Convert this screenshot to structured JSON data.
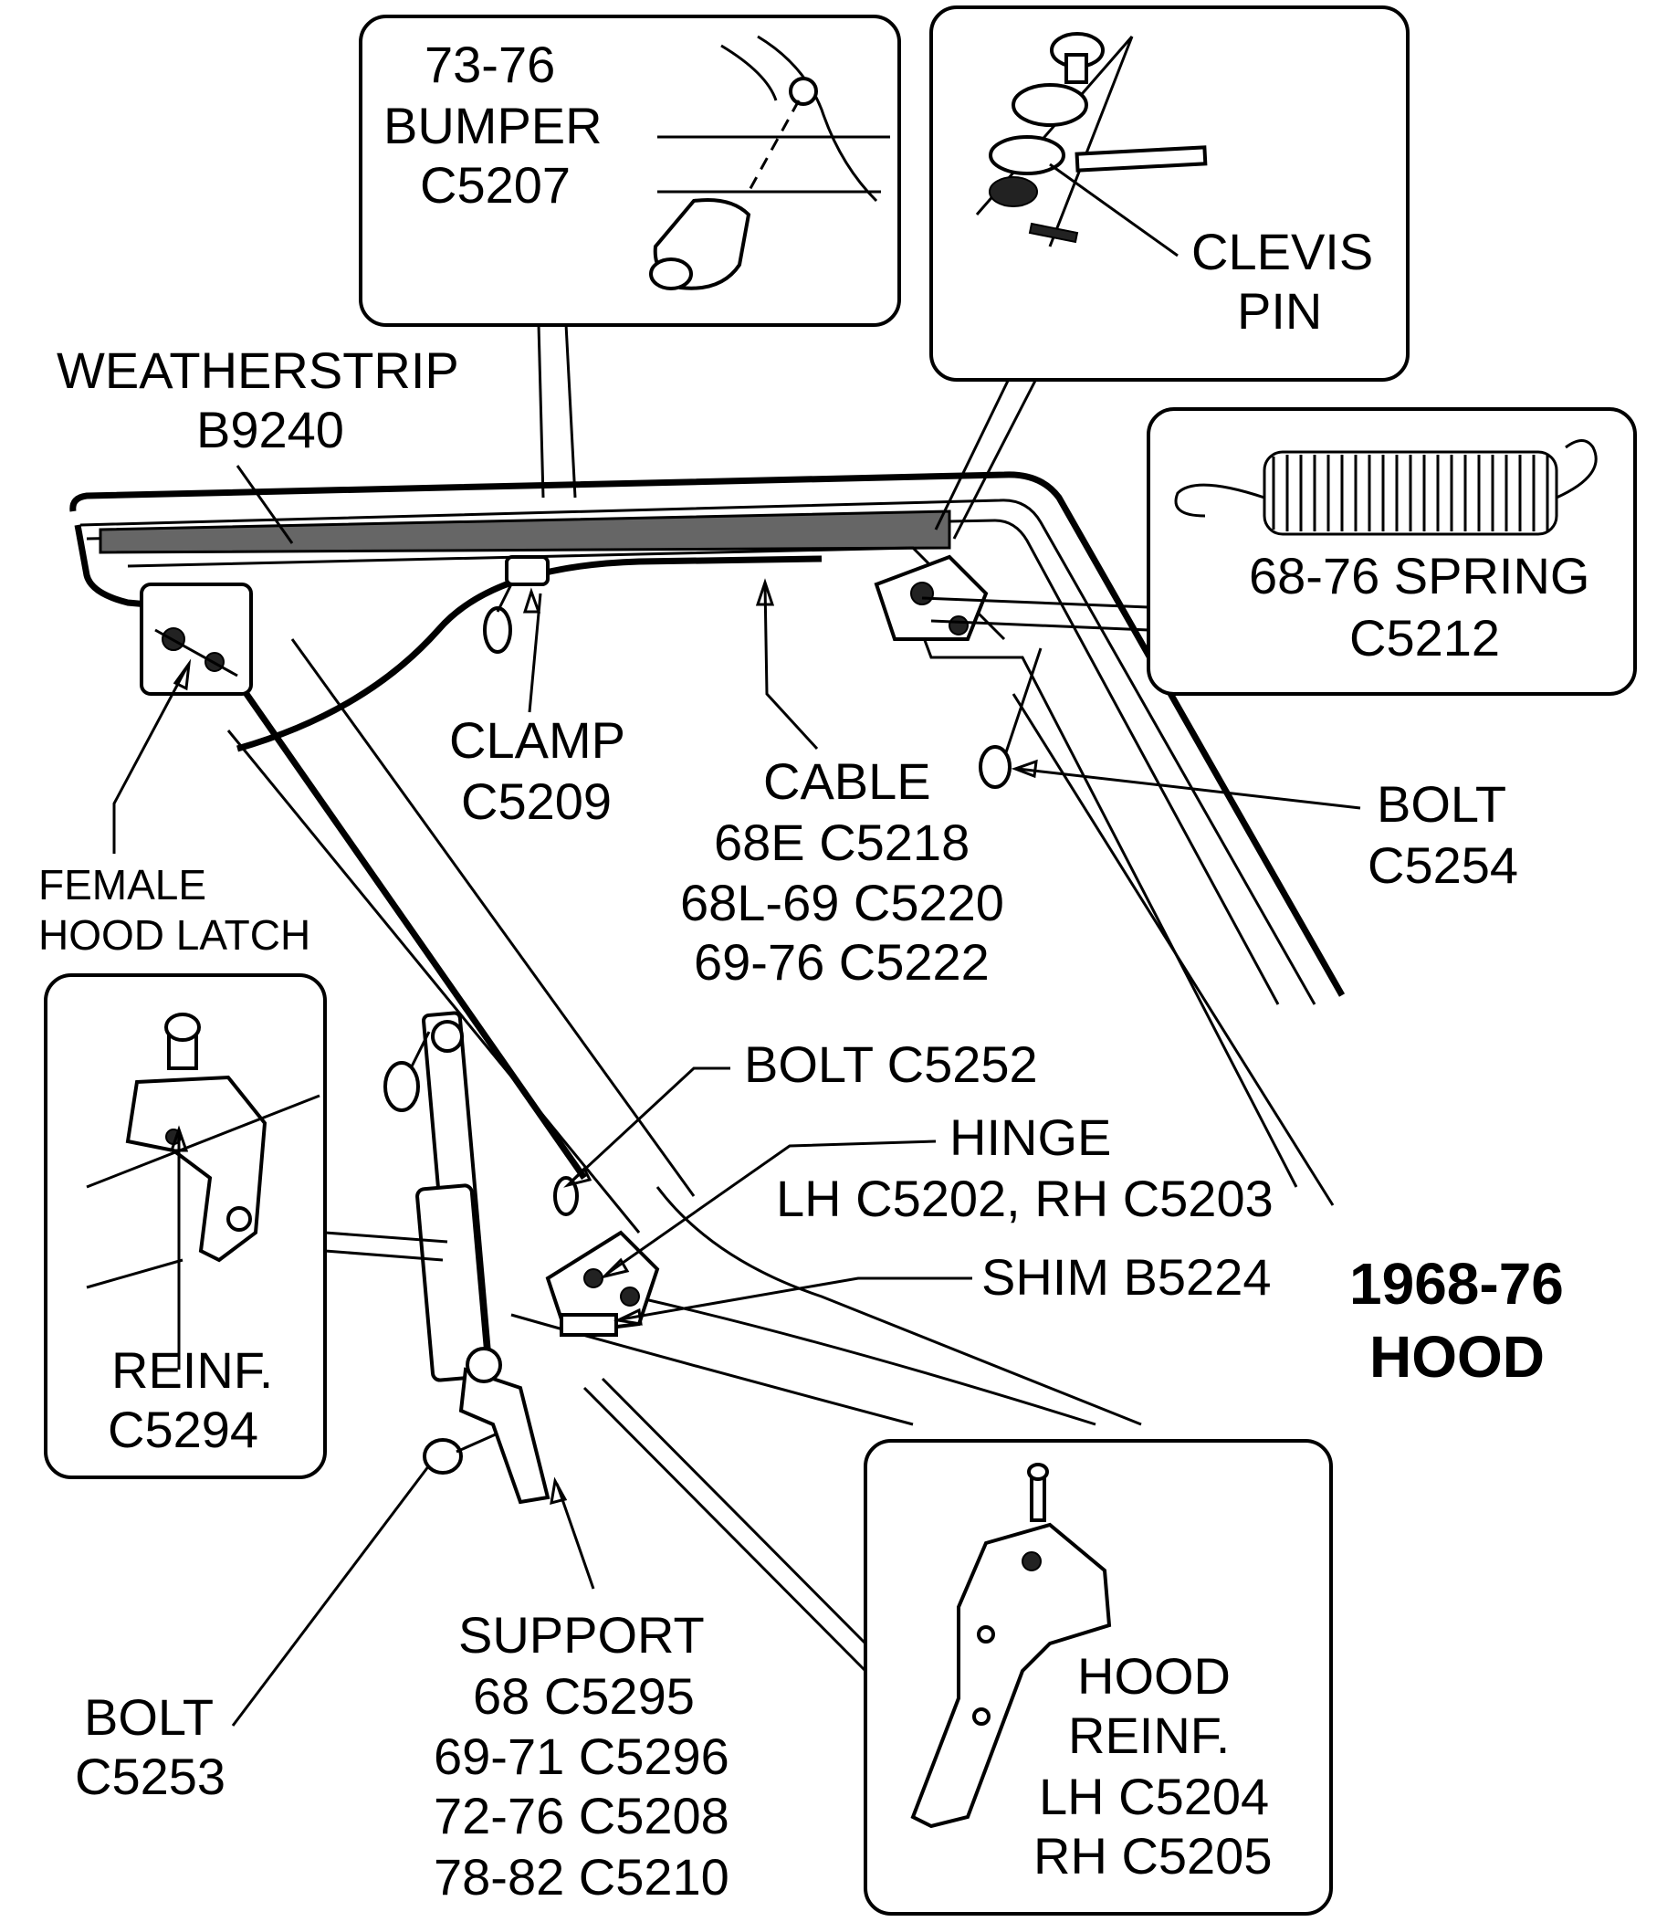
{
  "title": {
    "line1": "1968-76",
    "line2": "HOOD"
  },
  "labels": {
    "bumper": [
      "73-76",
      "BUMPER",
      "C5207"
    ],
    "clevis": [
      "CLEVIS",
      "PIN"
    ],
    "weatherstrip": [
      "WEATHERSTRIP",
      "B9240"
    ],
    "spring": [
      "68-76 SPRING",
      "C5212"
    ],
    "clamp": [
      "CLAMP",
      "C5209"
    ],
    "cable": [
      "CABLE",
      "68E C5218",
      "68L-69 C5220",
      "69-76 C5222"
    ],
    "bolt_c5254": [
      "BOLT",
      "C5254"
    ],
    "female_latch": [
      "FEMALE",
      "HOOD LATCH"
    ],
    "bolt_c5252": "BOLT C5252",
    "hinge": [
      "HINGE",
      "LH C5202, RH C5203"
    ],
    "shim": "SHIM B5224",
    "reinf": [
      "REINF.",
      "C5294"
    ],
    "bolt_c5253": [
      "BOLT",
      "C5253"
    ],
    "support": [
      "SUPPORT",
      "68 C5295",
      "69-71 C5296",
      "72-76 C5208",
      "78-82 C5210"
    ],
    "hood_reinf": [
      "HOOD",
      "REINF.",
      "LH C5204",
      "RH C5205"
    ]
  }
}
